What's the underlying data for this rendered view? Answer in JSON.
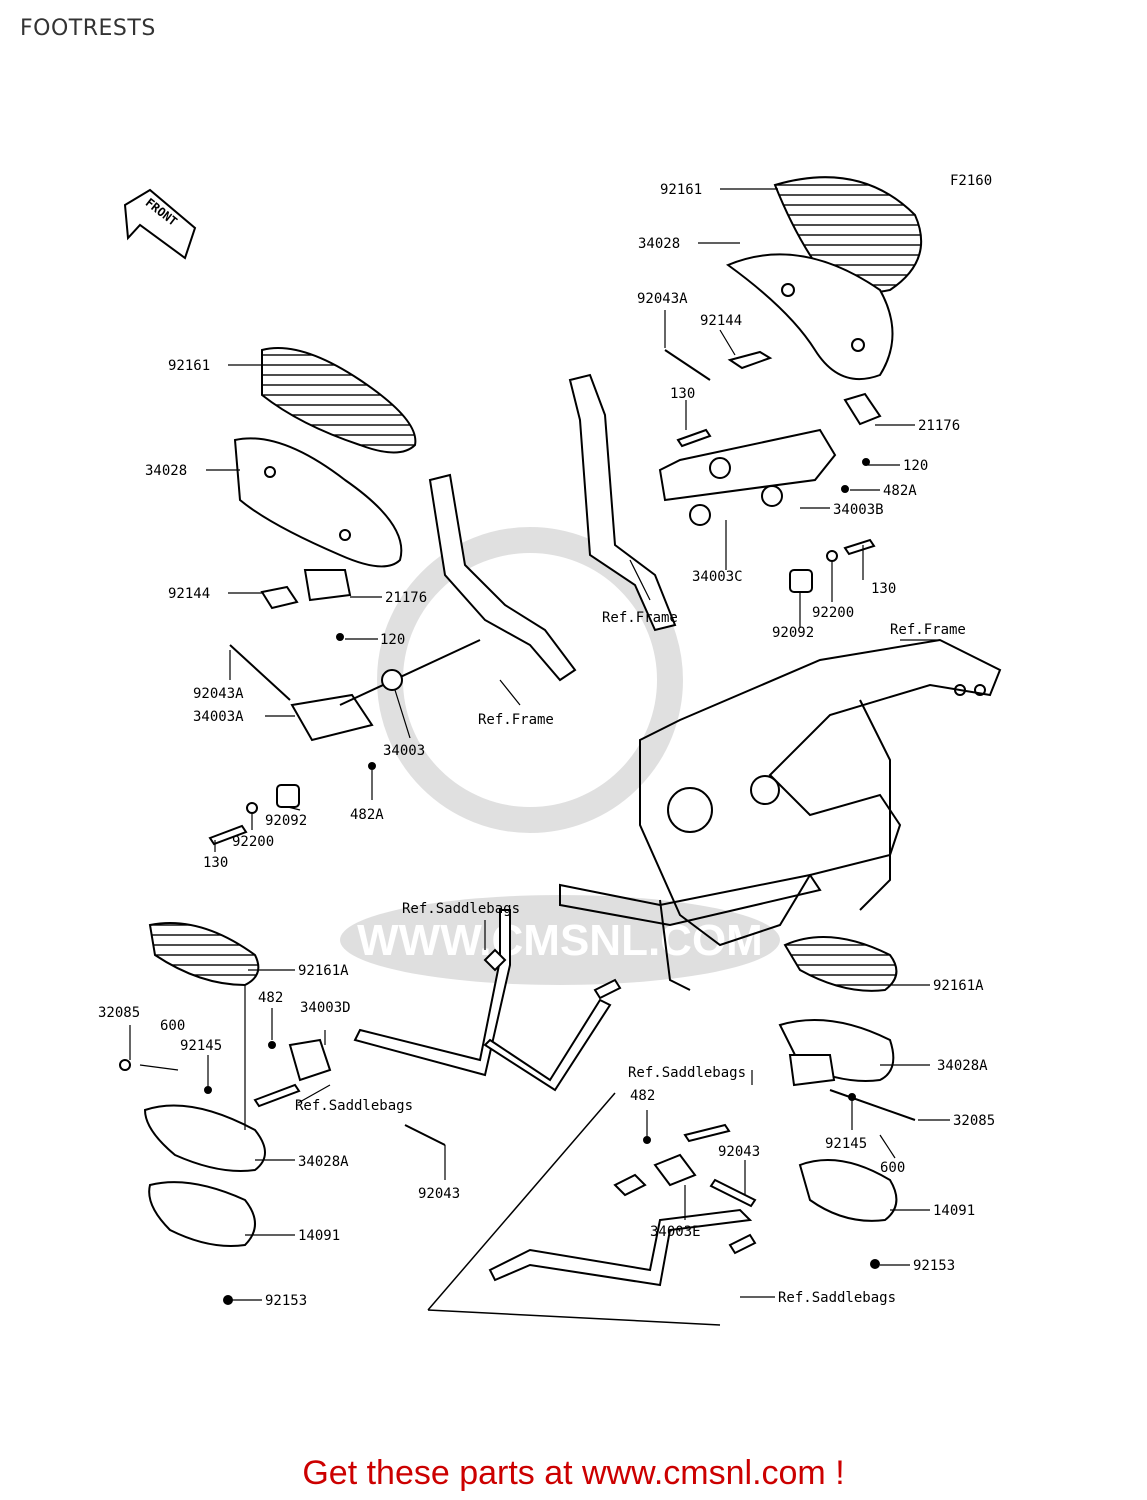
{
  "title": "FOOTRESTS",
  "figure_code": "F2160",
  "front_label": "FRONT",
  "watermark": "WWW.CMSNL.COM",
  "footer": {
    "text": "Get these parts at www.cmsnl.com !",
    "color": "#cc0000"
  },
  "callouts": {
    "a1": "92161",
    "a2": "34028",
    "a3": "92043A",
    "a4": "92144",
    "a5": "130",
    "a6": "21176",
    "a7": "120",
    "a8": "482A",
    "a9": "34003B",
    "a10": "34003C",
    "a11": "Ref.Frame",
    "a12": "130",
    "a13": "92200",
    "a14": "92092",
    "a15": "Ref.Frame",
    "b1": "92161",
    "b2": "34028",
    "b3": "92144",
    "b4": "21176",
    "b5": "120",
    "b6": "92043A",
    "b7": "34003A",
    "b8": "34003",
    "b9": "Ref.Frame",
    "b10": "92092",
    "b11": "482A",
    "b12": "130",
    "b13": "92200",
    "c1": "Ref.Saddlebags",
    "c2": "92161A",
    "c3": "482",
    "c4": "34003D",
    "c5": "32085",
    "c6": "600",
    "c7": "92145",
    "c8": "Ref.Saddlebags",
    "c9": "34028A",
    "c10": "92043",
    "c11": "14091",
    "c12": "92153",
    "d1": "92161A",
    "d2": "34028A",
    "d3": "Ref.Saddlebags",
    "d4": "482",
    "d5": "32085",
    "d6": "92145",
    "d7": "600",
    "d8": "92043",
    "d9": "14091",
    "d10": "34003E",
    "d11": "92153",
    "d12": "Ref.Saddlebags"
  }
}
